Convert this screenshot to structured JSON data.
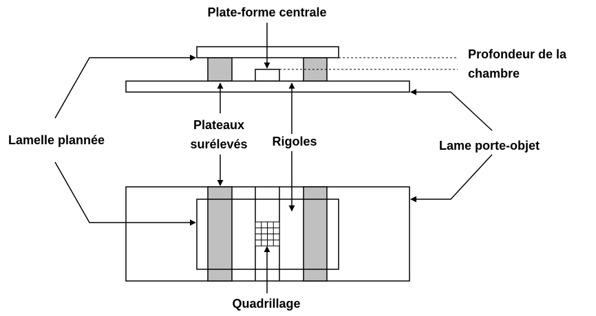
{
  "labels": {
    "plateforme": "Plate-forme centrale",
    "profondeur_line1": "Profondeur de la",
    "profondeur_line2": "chambre",
    "lamelle": "Lamelle plannée",
    "plateaux_line1": "Plateaux",
    "plateaux_line2": "surélevés",
    "rigoles": "Rigoles",
    "lame": "Lame porte-objet",
    "quadrillage": "Quadrillage"
  },
  "colors": {
    "stroke": "#000000",
    "plateau_fill": "#c0c0c0",
    "background": "#ffffff"
  },
  "grid": {
    "rows": 4,
    "cols": 4
  }
}
